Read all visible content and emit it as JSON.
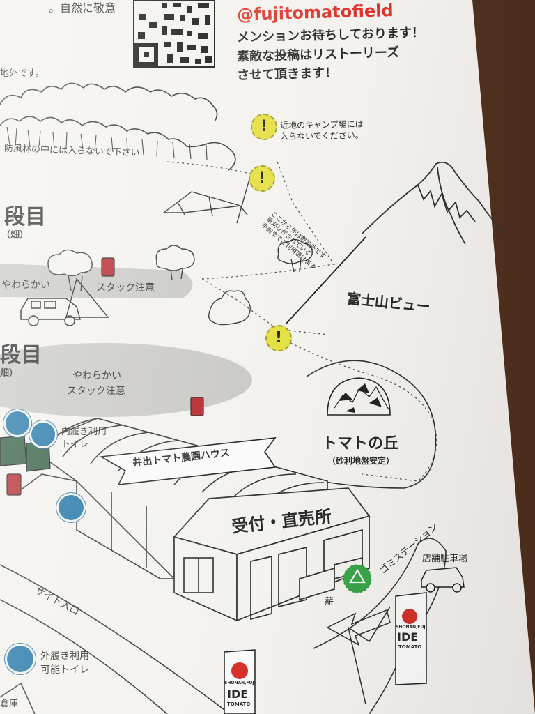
{
  "header": {
    "top_fragment": "。自然に敬意",
    "left_fragment": "地外です。",
    "handle": "@fujitomatofield",
    "messages": [
      "メンションお待ちしております！",
      "素敵な投稿はリストーリーズ",
      "させて頂きます！"
    ]
  },
  "notices": {
    "camp_line1": "近地のキャンプ場には",
    "camp_line2": "入らないでください。",
    "windbreak": "防風林の中には入らないで下さい",
    "slope_line1": "ここから先は敷地外です",
    "slope_line2": "草刈りがされている",
    "slope_line3": "手前までご利用頂けます"
  },
  "terraces": {
    "upper_title": "段目",
    "upper_sub": "（畑）",
    "upper_soft": "やわらかい",
    "upper_caution": "スタック注意",
    "lower_title": "段目",
    "lower_sub": "畑）",
    "lower_soft": "やわらかい",
    "lower_caution": "スタック注意"
  },
  "places": {
    "fuji_view": "富士山ビュー",
    "tomato_hill": "トマトの丘",
    "gravel": "（砂利地盤安定）",
    "greenhouse": "井出トマト農園ハウス",
    "reception": "受付・直売所",
    "trash_station": "ゴミステーション",
    "parking": "店舗駐車場",
    "firewood": "薪",
    "site_entrance": "サイト入口",
    "inner_toilet_line1": "内履き利用",
    "inner_toilet_line2": "トイレ",
    "outer_toilet_line1": "外履き利用",
    "outer_toilet_line2": "可能トイレ",
    "warehouse": "倉庫"
  },
  "flag": {
    "top_line": "SHONAN,FUJI",
    "name": "IDE",
    "bottom_line": "TOMATO"
  },
  "icons": {
    "warning": "!",
    "warning_color": "#e5df43",
    "water_icon_color": "#1f74a6",
    "recycle_color": "#3aa64a",
    "handle_color": "#e0342b"
  }
}
